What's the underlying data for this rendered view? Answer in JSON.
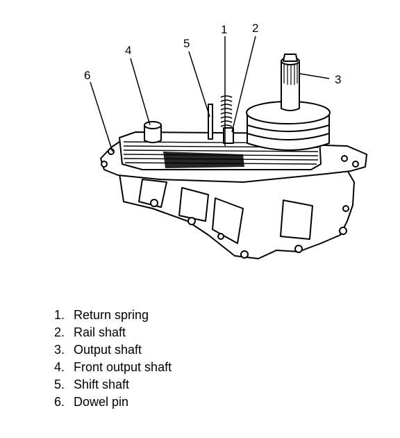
{
  "callouts": [
    {
      "id": "1",
      "label": "1"
    },
    {
      "id": "2",
      "label": "2"
    },
    {
      "id": "3",
      "label": "3"
    },
    {
      "id": "4",
      "label": "4"
    },
    {
      "id": "5",
      "label": "5"
    },
    {
      "id": "6",
      "label": "6"
    }
  ],
  "legend": [
    {
      "number": "1.",
      "text": "Return spring"
    },
    {
      "number": "2.",
      "text": "Rail shaft"
    },
    {
      "number": "3.",
      "text": "Output shaft"
    },
    {
      "number": "4.",
      "text": "Front output shaft"
    },
    {
      "number": "5.",
      "text": "Shift shaft"
    },
    {
      "number": "6.",
      "text": "Dowel pin"
    }
  ]
}
